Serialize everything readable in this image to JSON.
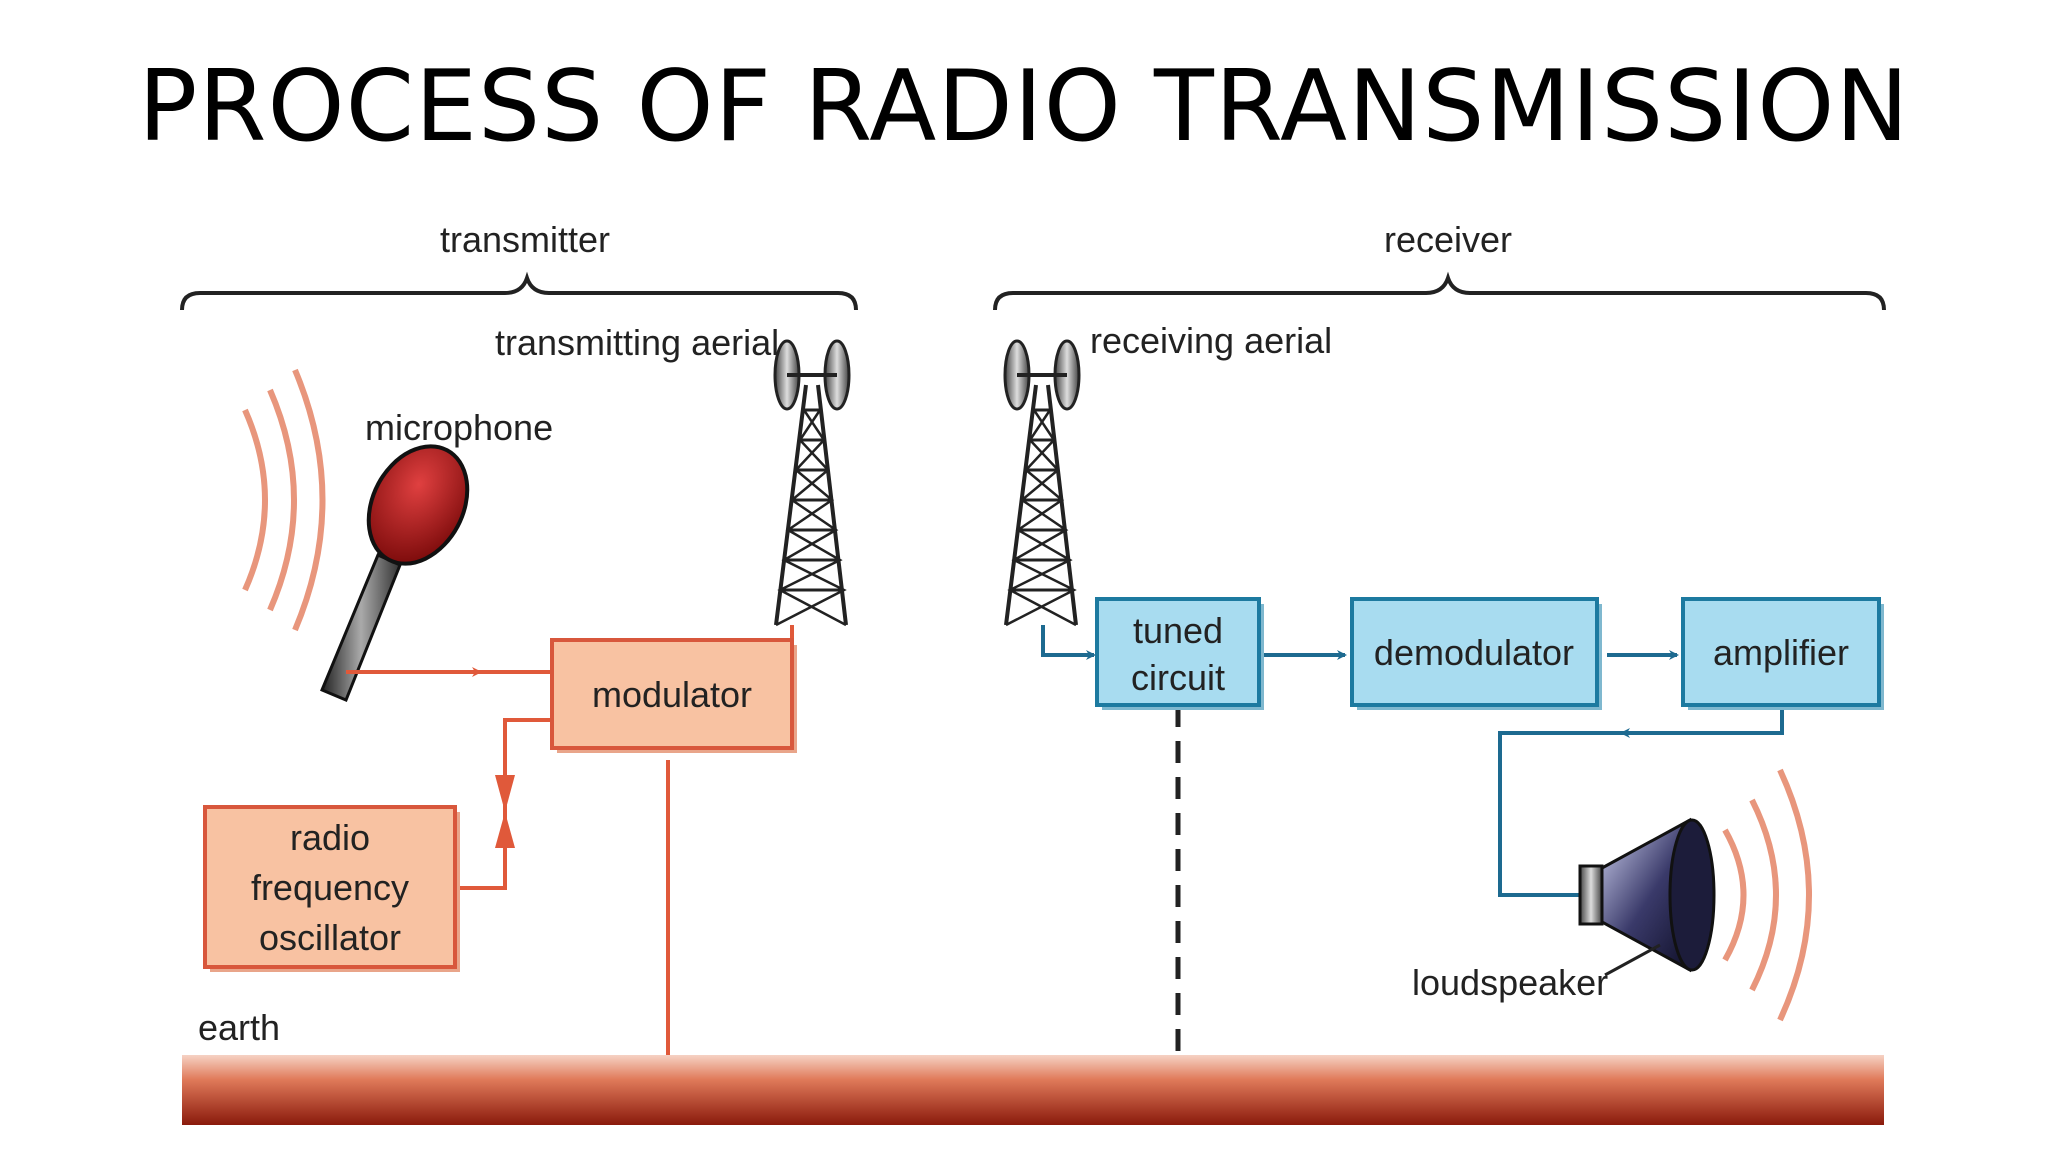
{
  "title": "PROCESS OF RADIO TRANSMISSION",
  "colors": {
    "transmitter_box_fill": "#f8c2a2",
    "transmitter_box_stroke": "#d8573c",
    "transmitter_wire": "#e0593a",
    "receiver_box_fill": "#a8dcf0",
    "receiver_box_stroke": "#1d7aa0",
    "receiver_wire": "#1d6a90",
    "earth_dark": "#8a1a0c",
    "earth_light": "#f6d2c4",
    "sound_wave": "#e8967c"
  },
  "sections": {
    "transmitter": "transmitter",
    "receiver": "receiver"
  },
  "labels": {
    "transmitting_aerial": "transmitting aerial",
    "receiving_aerial": "receiving aerial",
    "microphone": "microphone",
    "loudspeaker": "loudspeaker",
    "earth": "earth"
  },
  "blocks": {
    "modulator": "modulator",
    "oscillator": [
      "radio",
      "frequency",
      "oscillator"
    ],
    "tuned_circuit": [
      "tuned",
      "circuit"
    ],
    "demodulator": "demodulator",
    "amplifier": "amplifier"
  },
  "icons": {
    "microphone": "microphone-icon",
    "transmitting_tower": "antenna-tower-icon",
    "receiving_tower": "antenna-tower-icon",
    "loudspeaker": "loudspeaker-icon",
    "sound_waves": "sound-waves-icon"
  }
}
